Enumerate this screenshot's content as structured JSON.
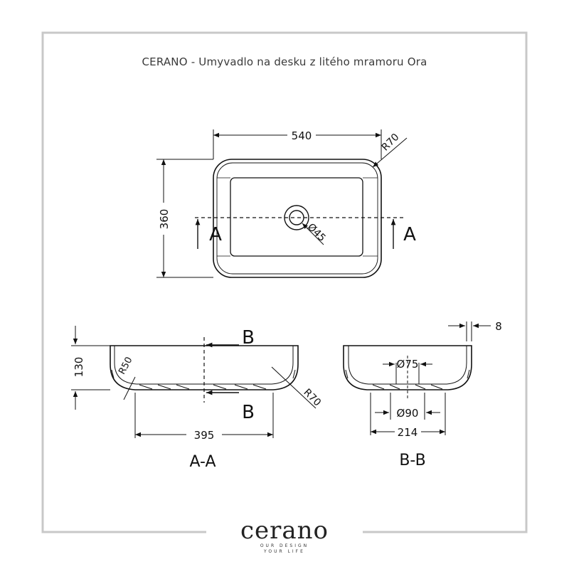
{
  "title": "CERANO - Umyvadlo na desku z litého mramoru Ora",
  "brand": {
    "name": "cerano",
    "tagline_1": "OUR DESIGN",
    "tagline_2": "YOUR LIFE"
  },
  "top_view": {
    "width": "540",
    "height": "360",
    "corner_radius": "R70",
    "drain": "Ø45",
    "section_label": "A"
  },
  "section_aa": {
    "depth": "130",
    "bottom_width": "395",
    "inner_radius": "R50",
    "outer_radius": "R70",
    "section_label": "B",
    "caption": "A-A"
  },
  "section_bb": {
    "wall": "8",
    "drain_top": "Ø75",
    "drain_bottom": "Ø90",
    "bottom_width": "214",
    "caption": "B-B"
  },
  "colors": {
    "frame": "#c8c8c8",
    "line": "#111111"
  }
}
